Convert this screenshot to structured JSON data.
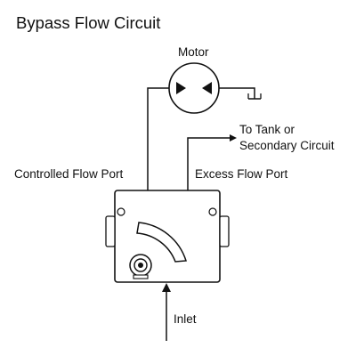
{
  "title": "Bypass Flow Circuit",
  "labels": {
    "motor": "Motor",
    "to_tank_line1": "To Tank or",
    "to_tank_line2": "Secondary Circuit",
    "controlled_port": "Controlled Flow Port",
    "excess_port": "Excess Flow Port",
    "inlet": "Inlet"
  },
  "colors": {
    "line": "#111111",
    "background": "#ffffff"
  }
}
